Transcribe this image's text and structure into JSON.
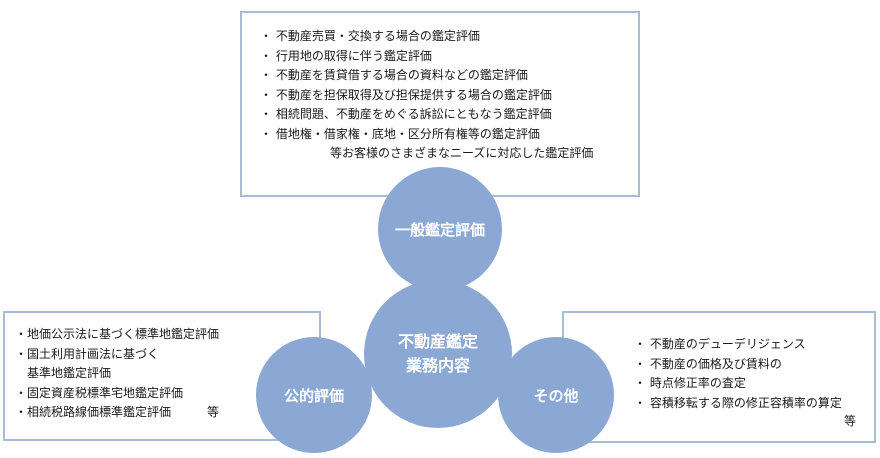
{
  "top_box": {
    "lines": [
      "・ 不動産売買・交換する場合の鑑定評価",
      "・ 行用地の取得に伴う鑑定評価",
      "・ 不動産を賃貸借する場合の資料などの鑑定評価",
      "・ 不動産を担保取得及び担保提供する場合の鑑定評価",
      "・ 相続問題、不動産をめぐる訴訟にともなう鑑定評価",
      "・ 借地権・借家権・底地・区分所有権等の鑑定評価",
      "等お客様のさまざまなニーズに対応した鑑定評価"
    ]
  },
  "left_box": {
    "lines": [
      "・地価公示法に基づく標準地鑑定評価",
      "・国土利用計画法に基づく",
      "基準地鑑定評価",
      "・固定資産税標準宅地鑑定評価",
      "・相続税路線価標準鑑定評価",
      "等"
    ]
  },
  "right_box": {
    "lines": [
      "・ 不動産のデューデリジェンス",
      "・ 不動産の価格及び賃料の",
      "・ 時点修正率の査定",
      "・ 容積移転する際の修正容積率の算定",
      "等"
    ]
  },
  "circles": {
    "top": "一般鑑定評価",
    "center_line1": "不動産鑑定",
    "center_line2": "業務内容",
    "left": "公的評価",
    "right": "その他"
  },
  "colors": {
    "circle": "#8ba8d4",
    "border": "#a9bcd6"
  }
}
